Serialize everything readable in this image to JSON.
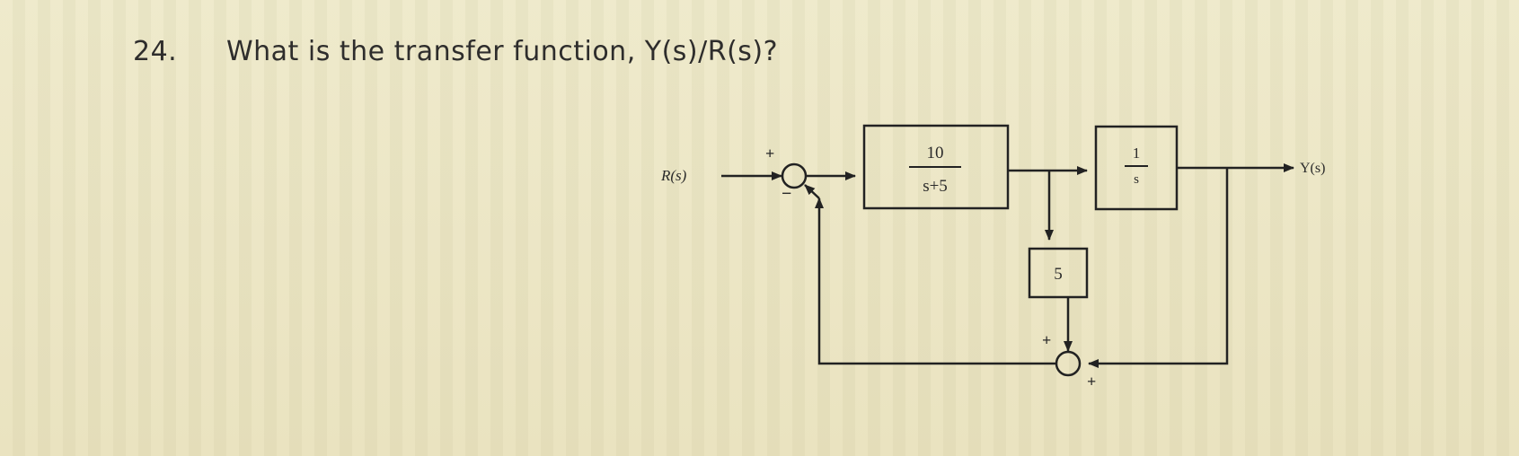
{
  "question": {
    "number": "24.",
    "text": "What is the transfer function, Y(s)/R(s)?"
  },
  "diagram": {
    "input_label": "R(s)",
    "output_label": "Y(s)",
    "block1": {
      "numerator": "10",
      "denominator": "s+5"
    },
    "block2": {
      "numerator": "1",
      "denominator": "s"
    },
    "block3": {
      "label": "5"
    },
    "summer1": {
      "top_sign": "+",
      "bottom_sign": "−"
    },
    "summer2": {
      "top_sign": "+",
      "bottom_sign": "+"
    }
  }
}
